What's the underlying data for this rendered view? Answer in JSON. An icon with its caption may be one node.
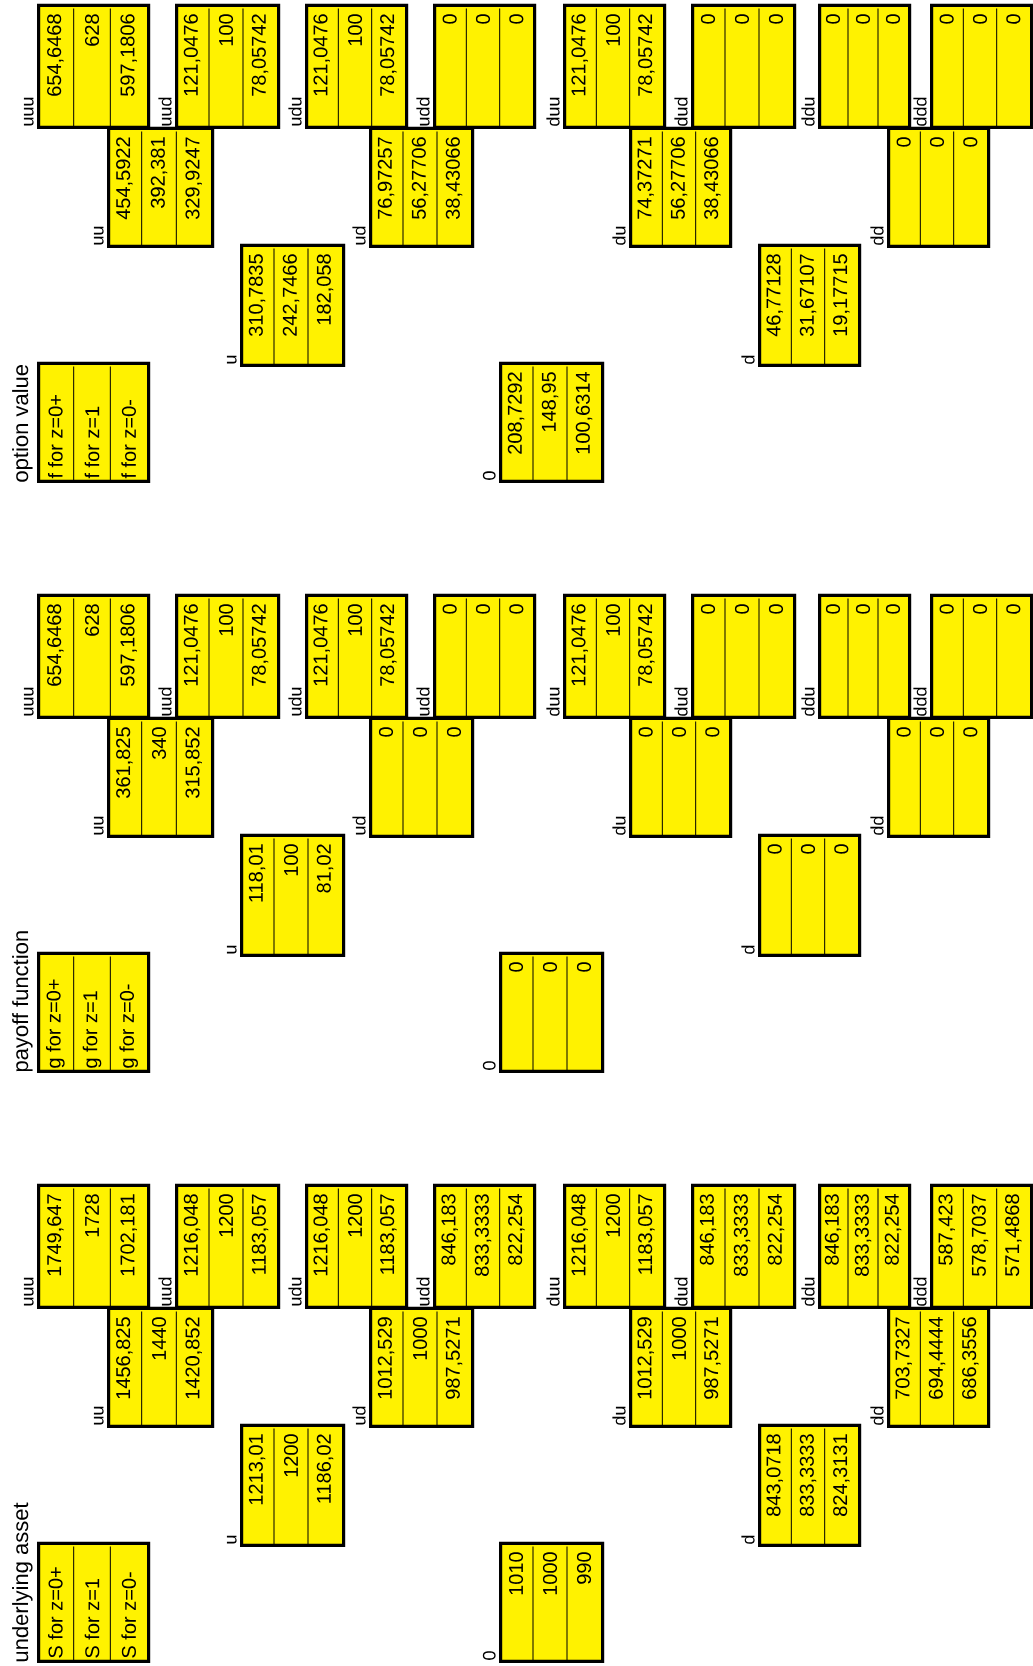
{
  "diagram": {
    "nodes": [
      {
        "text": [
          "underlying asset",
          "S for z=0+",
          "S for z=1",
          "S for z=0-"
        ]
      },
      {
        "text": [
          "1010",
          "1000",
          "990"
        ],
        "beside": [
          "0"
        ]
      },
      {
        "text": [
          "1213,01",
          "1200",
          "1186,02"
        ],
        "beside": [
          "u"
        ]
      },
      {
        "text": [
          "843,0718",
          "833,3333",
          "824,3131"
        ],
        "beside": [
          "d"
        ]
      },
      {
        "text": [
          "1456,825",
          "1440",
          "1420,852"
        ],
        "beside": [
          "uu"
        ]
      },
      {
        "text": [
          "1012,529",
          "1000",
          "987,5271"
        ],
        "beside": [
          "ud"
        ]
      },
      {
        "text": [
          "1012,529",
          "1000",
          "987,5271"
        ],
        "beside": [
          "du"
        ]
      },
      {
        "text": [
          "703,7327",
          "694,4444",
          "686,3556"
        ],
        "beside": [
          "dd"
        ]
      },
      {
        "text": [
          "1749,647",
          "1728",
          "1702,181"
        ],
        "beside": [
          "uuu"
        ]
      },
      {
        "text": [
          "1216,048",
          "1200",
          "1183,057"
        ],
        "beside": [
          "uud"
        ]
      },
      {
        "text": [
          "1216,048",
          "1200",
          "1183,057"
        ],
        "beside": [
          "udu"
        ]
      },
      {
        "text": [
          "846,183",
          "833,3333",
          "822,254"
        ],
        "beside": [
          "udd"
        ]
      },
      {
        "text": [
          "1216,048",
          "1200",
          "1183,057"
        ],
        "beside": [
          "duu"
        ]
      },
      {
        "text": [
          "846,183",
          "833,3333",
          "822,254"
        ],
        "beside": [
          "dud"
        ]
      },
      {
        "text": [
          "846,183",
          "833,3333",
          "822,254"
        ],
        "beside": [
          "ddu"
        ]
      },
      {
        "text": [
          "587,423",
          "578,7037",
          "571,4868"
        ],
        "beside": [
          "ddd"
        ]
      },
      {
        "text": [
          "payoff function",
          "g for z=0+",
          "g for z=1",
          "g for z=0-"
        ]
      },
      {
        "text": [
          "0",
          "0",
          "0"
        ],
        "beside": [
          "0"
        ]
      },
      {
        "text": [
          "118,01",
          "100",
          "81,02"
        ],
        "beside": [
          "u"
        ]
      },
      {
        "text": [
          "0",
          "0",
          "0"
        ],
        "beside": [
          "d"
        ]
      },
      {
        "text": [
          "361,825",
          "340",
          "315,852"
        ],
        "beside": [
          "uu"
        ]
      },
      {
        "text": [
          "0",
          "0",
          "0"
        ],
        "beside": [
          "ud"
        ]
      },
      {
        "text": [
          "0",
          "0",
          "0"
        ],
        "beside": [
          "du"
        ]
      },
      {
        "text": [
          "0",
          "0",
          "0"
        ],
        "beside": [
          "dd"
        ]
      },
      {
        "text": [
          "654,6468",
          "628",
          "597,1806"
        ],
        "beside": [
          "uuu"
        ]
      },
      {
        "text": [
          "121,0476",
          "100",
          "78,05742"
        ],
        "beside": [
          "uud"
        ]
      },
      {
        "text": [
          "121,0476",
          "100",
          "78,05742"
        ],
        "beside": [
          "udu"
        ]
      },
      {
        "text": [
          "0",
          "0",
          "0"
        ],
        "beside": [
          "udd"
        ]
      },
      {
        "text": [
          "121,0476",
          "100",
          "78,05742"
        ],
        "beside": [
          "duu"
        ]
      },
      {
        "text": [
          "0",
          "0",
          "0"
        ],
        "beside": [
          "dud"
        ]
      },
      {
        "text": [
          "0",
          "0",
          "0"
        ],
        "beside": [
          "ddu"
        ]
      },
      {
        "text": [
          "0",
          "0",
          "0"
        ],
        "beside": [
          "ddd"
        ]
      },
      {
        "text": [
          "option value",
          "f for z=0+",
          "f for z=1",
          "f for z=0-"
        ]
      },
      {
        "text": [
          "208,7292",
          "148,95",
          "100,6314"
        ],
        "beside": [
          "0"
        ]
      },
      {
        "text": [
          "310,7835",
          "242,7466",
          "182,058"
        ],
        "beside": [
          "u"
        ]
      },
      {
        "text": [
          "46,77128",
          "31,67107",
          "19,17715"
        ],
        "beside": [
          "d"
        ]
      },
      {
        "text": [
          "454,5922",
          "392,381",
          "329,9247"
        ],
        "beside": [
          "uu"
        ]
      },
      {
        "text": [
          "76,97257",
          "56,27706",
          "38,43066"
        ],
        "beside": [
          "ud"
        ]
      },
      {
        "text": [
          "74,37271",
          "56,27706",
          "38,43066"
        ],
        "beside": [
          "du"
        ]
      },
      {
        "text": [
          "0",
          "0",
          "0"
        ],
        "beside": [
          "dd"
        ]
      },
      {
        "text": [
          "654,6468",
          "628",
          "597,1806"
        ],
        "beside": [
          "uuu"
        ]
      },
      {
        "text": [
          "121,0476",
          "100",
          "78,05742"
        ],
        "beside": [
          "uud"
        ]
      },
      {
        "text": [
          "121,0476",
          "100",
          "78,05742"
        ],
        "beside": [
          "udu"
        ]
      },
      {
        "text": [
          "0",
          "0",
          "0"
        ],
        "beside": [
          "udd"
        ]
      },
      {
        "text": [
          "121,0476",
          "100",
          "78,05742"
        ],
        "beside": [
          "duu"
        ]
      },
      {
        "text": [
          "0",
          "0",
          "0"
        ],
        "beside": [
          "dud"
        ]
      },
      {
        "text": [
          "0",
          "0",
          "0"
        ],
        "beside": [
          "ddu"
        ]
      },
      {
        "text": [
          "0",
          "0",
          "0"
        ],
        "beside": [
          "ddd"
        ]
      }
    ]
  }
}
